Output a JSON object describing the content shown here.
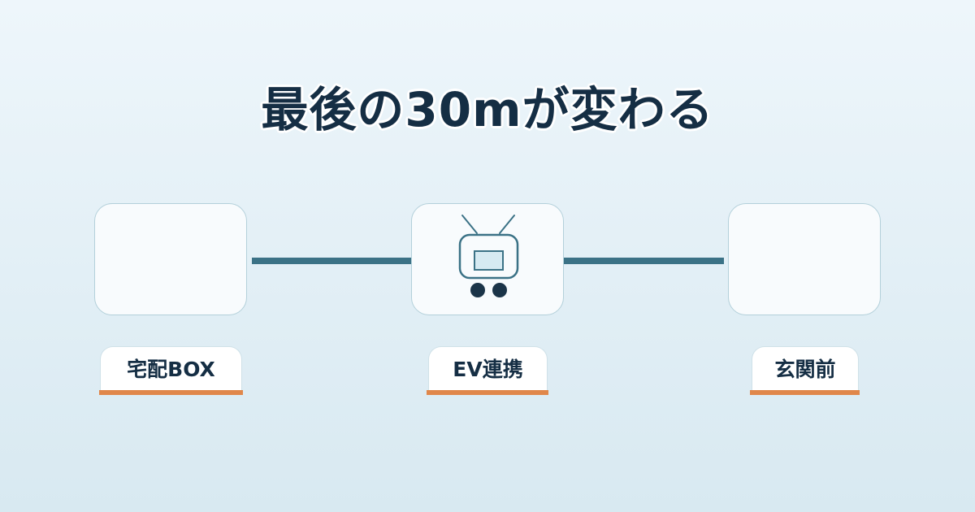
{
  "title": "最後の30mが変わる",
  "steps": [
    {
      "label": "宅配BOX",
      "icon": "empty"
    },
    {
      "label": "EV連携",
      "icon": "delivery-robot-icon"
    },
    {
      "label": "玄関前",
      "icon": "empty"
    }
  ],
  "colors": {
    "title": "#152e44",
    "connector": "#3b7286",
    "accent_underline": "#e0874a",
    "card_border": "#b3d0da"
  }
}
